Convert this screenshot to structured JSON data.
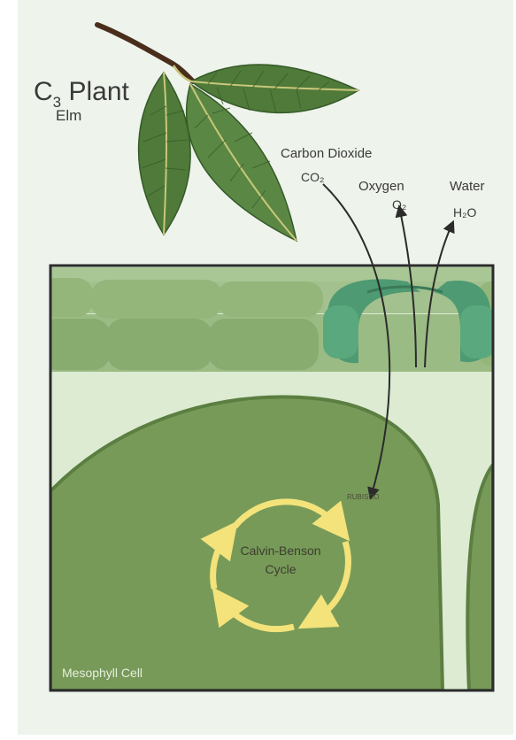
{
  "title": {
    "main": "C",
    "subscript": "3",
    "suffix": " Plant",
    "species": "Elm"
  },
  "gases": {
    "co2": {
      "name": "Carbon Dioxide",
      "formula": "CO₂"
    },
    "o2": {
      "name": "Oxygen",
      "formula": "O₂"
    },
    "h2o": {
      "name": "Water",
      "formula": "H₂O"
    }
  },
  "enzyme": "RUBISCO",
  "cycle": {
    "line1": "Calvin-Benson",
    "line2": "Cycle"
  },
  "cell_label": "Mesophyll Cell",
  "colors": {
    "background": "#eef3ec",
    "leaf": "#4f7a3a",
    "mesophyll": "#779a59",
    "epidermis": "#8fb178",
    "guard_cell": "#4e9a72",
    "intercellular": "#dcebd2",
    "cycle_arrow": "#f3e37a",
    "border": "#2b2b2b"
  }
}
